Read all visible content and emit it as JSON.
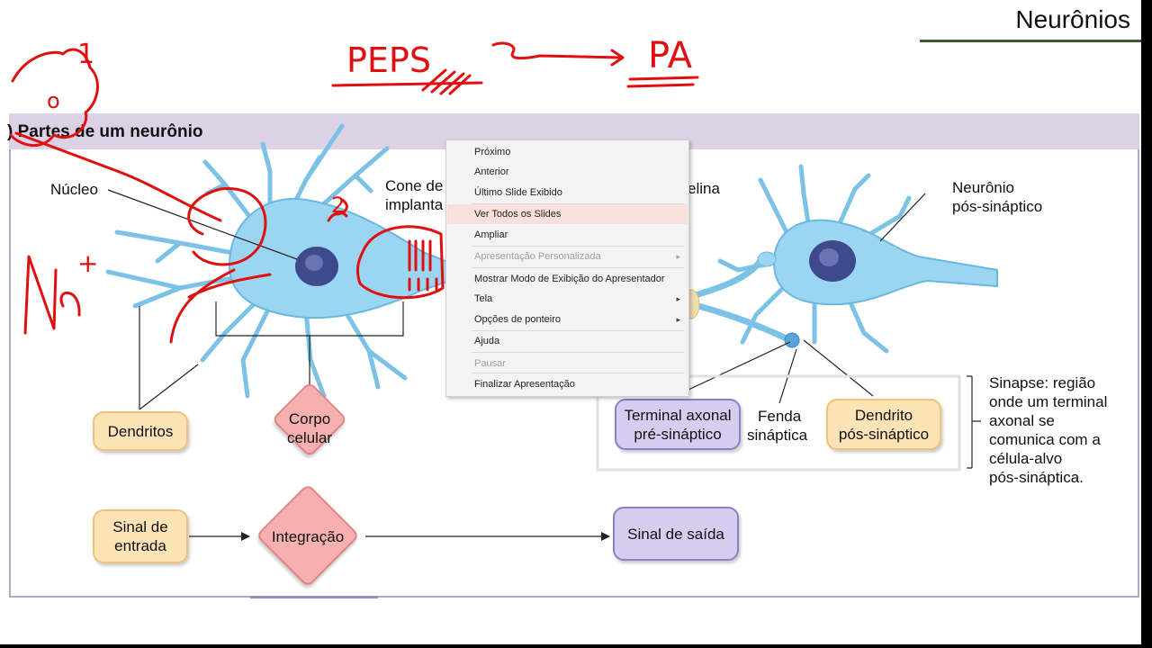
{
  "slide": {
    "title": "Neurônios",
    "figure_heading": ") Partes de um neurônio"
  },
  "labels": {
    "nucleo": "Núcleo",
    "cone_line1": "Cone de",
    "cone_line2": "implanta",
    "mielina": "elina",
    "neuronio_pos_line1": "Neurônio",
    "neuronio_pos_line2": "pós-sináptico",
    "fenda_line1": "Fenda",
    "fenda_line2": "sináptica",
    "sinapse_lines": [
      "Sinapse: região",
      "onde um terminal",
      "axonal se",
      "comunica com a",
      "célula-alvo",
      "pós-sináptica."
    ]
  },
  "boxes": {
    "dendritos": "Dendritos",
    "corpo_line1": "Corpo",
    "corpo_line2": "celular",
    "terminal_line1": "Terminal axonal",
    "terminal_line2": "pré-sináptico",
    "dendrito_pos_line1": "Dendrito",
    "dendrito_pos_line2": "pós-sináptico",
    "sinal_entrada_line1": "Sinal de",
    "sinal_entrada_line2": "entrada",
    "integracao": "Integração",
    "sinal_saida": "Sinal de saída"
  },
  "annotations": {
    "peps": "PEPS",
    "pa": "PA",
    "na": "Na",
    "plus": "+",
    "one": "1",
    "zero": "o",
    "two": "2"
  },
  "context_menu": {
    "items": [
      {
        "label": "Próximo",
        "enabled": true,
        "submenu": false
      },
      {
        "label": "Anterior",
        "enabled": true,
        "submenu": false
      },
      {
        "label": "Último Slide Exibido",
        "enabled": true,
        "submenu": false
      },
      {
        "label": "Ver Todos os Slides",
        "enabled": true,
        "submenu": false,
        "highlighted": true
      },
      {
        "label": "Ampliar",
        "enabled": true,
        "submenu": false
      },
      {
        "label": "Apresentação Personalizada",
        "enabled": false,
        "submenu": true
      },
      {
        "label": "Mostrar Modo de Exibição do Apresentador",
        "enabled": true,
        "submenu": false
      },
      {
        "label": "Tela",
        "enabled": true,
        "submenu": true
      },
      {
        "label": "Opções de ponteiro",
        "enabled": true,
        "submenu": true
      },
      {
        "label": "Ajuda",
        "enabled": true,
        "submenu": false
      },
      {
        "label": "Pausar",
        "enabled": false,
        "submenu": false
      },
      {
        "label": "Finalizar Apresentação",
        "enabled": true,
        "submenu": false
      }
    ],
    "submenu_arrow": "▸"
  },
  "colors": {
    "ink_red": "#e01010",
    "neuron_blue": "#8fd0f0",
    "nucleus": "#3f4a8c",
    "header_purple": "#ddd1e6",
    "menu_highlight": "#fae0dc"
  }
}
